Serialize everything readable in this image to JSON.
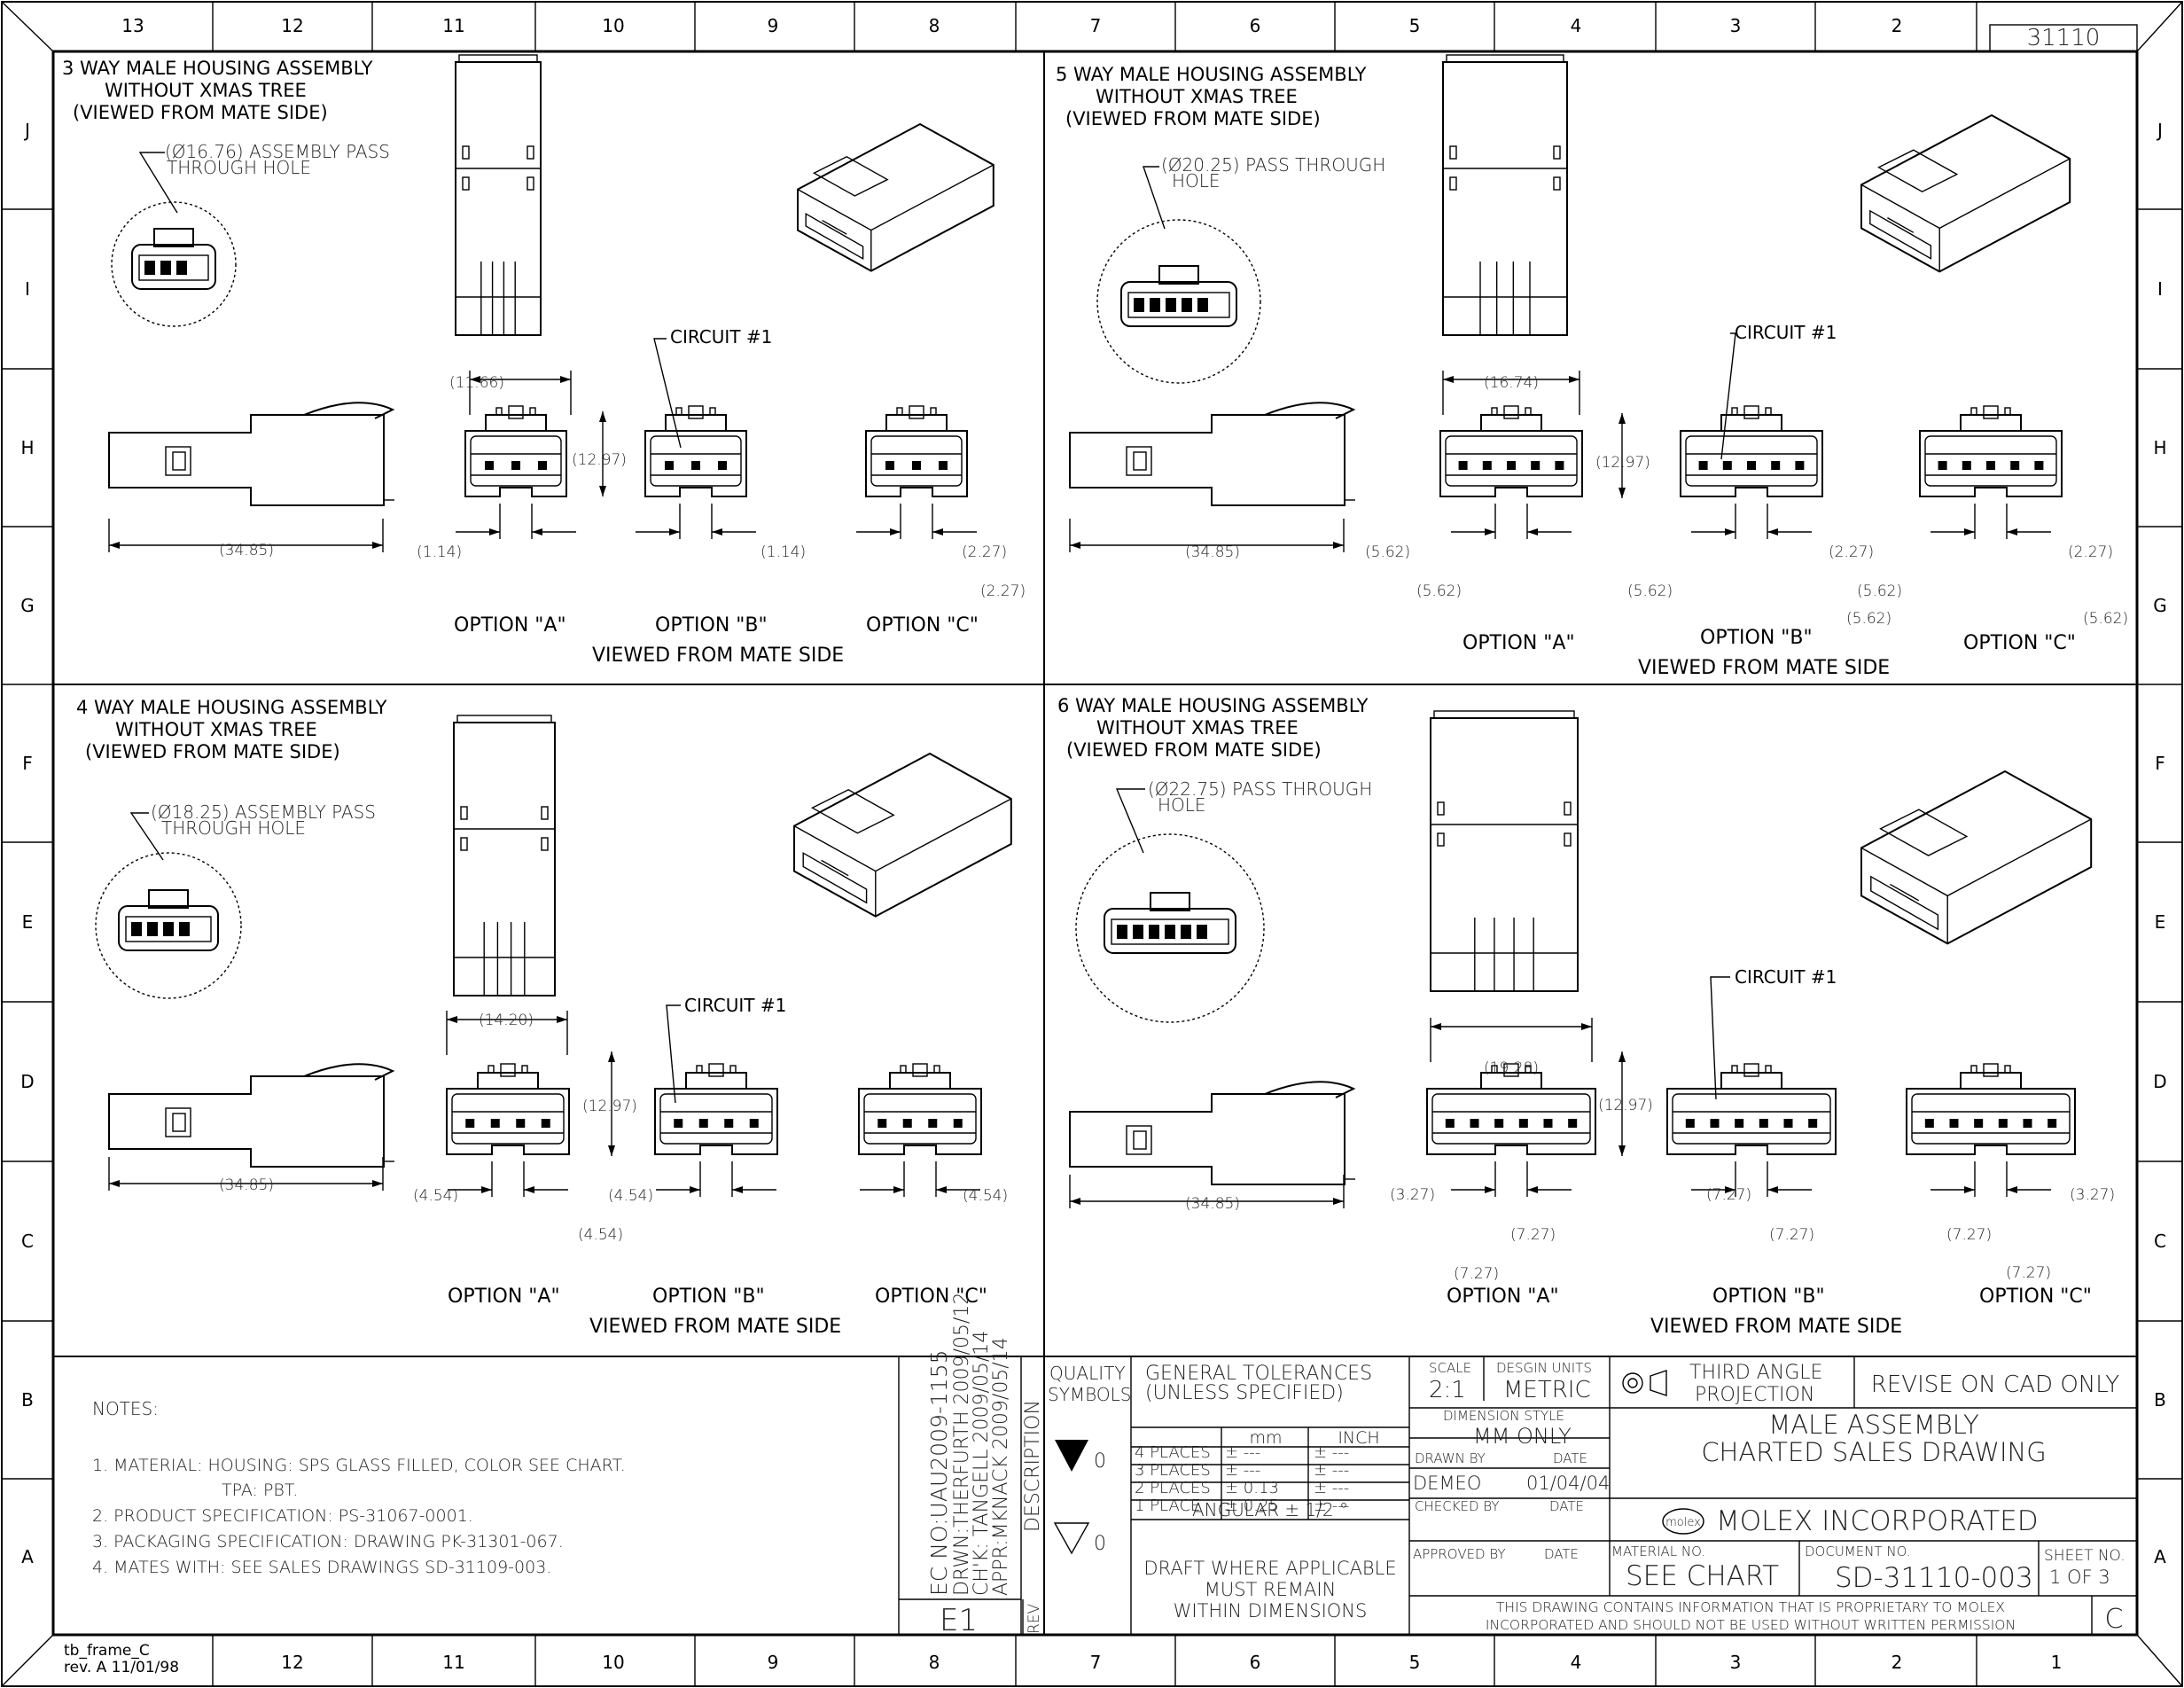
{
  "frame": {
    "columns": [
      "13",
      "12",
      "11",
      "10",
      "9",
      "8",
      "7",
      "6",
      "5",
      "4",
      "3",
      "2"
    ],
    "bottom_columns": [
      "12",
      "11",
      "10",
      "9",
      "8",
      "7",
      "6",
      "5",
      "4",
      "3",
      "2",
      "1"
    ],
    "rows": [
      "J",
      "I",
      "H",
      "G",
      "F",
      "E",
      "D",
      "C",
      "B",
      "A"
    ],
    "frame_label": "tb_frame_C",
    "frame_rev": "rev. A   11/01/98",
    "drawing_number_box": "31110"
  },
  "panels": [
    {
      "title": [
        "3 WAY MALE HOUSING ASSEMBLY",
        "WITHOUT XMAS TREE",
        "(VIEWED FROM MATE SIDE)"
      ],
      "hole_note": [
        "(Ø16.76) ASSEMBLY PASS",
        "THROUGH HOLE"
      ],
      "width_dim": "(11.66)",
      "height_dim": "(12.97)",
      "length_dim": "(34.85)",
      "circuit_label": "CIRCUIT #1",
      "dims": [
        "(1.14)",
        "(1.14)",
        "(2.27)",
        "(2.27)"
      ],
      "options": [
        "OPTION \"A\"",
        "OPTION \"B\"",
        "OPTION \"C\""
      ],
      "viewed": "VIEWED FROM MATE SIDE",
      "ways": 3
    },
    {
      "title": [
        "5 WAY MALE HOUSING ASSEMBLY",
        "WITHOUT XMAS TREE",
        "(VIEWED FROM MATE SIDE)"
      ],
      "hole_note": [
        "(Ø20.25) PASS THROUGH",
        "HOLE"
      ],
      "width_dim": "(16.74)",
      "height_dim": "(12.97)",
      "length_dim": "(34.85)",
      "circuit_label": "CIRCUIT #1",
      "dims": [
        "(5.62)",
        "(5.62)",
        "(5.62)",
        "(2.27)",
        "(5.62)",
        "(5.62)",
        "(2.27)",
        "(5.62)"
      ],
      "options": [
        "OPTION \"A\"",
        "OPTION \"B\"",
        "OPTION \"C\""
      ],
      "viewed": "VIEWED FROM MATE SIDE",
      "ways": 5
    },
    {
      "title": [
        "4 WAY MALE HOUSING ASSEMBLY",
        "WITHOUT XMAS TREE",
        "(VIEWED FROM MATE SIDE)"
      ],
      "hole_note": [
        "(Ø18.25) ASSEMBLY PASS",
        "THROUGH HOLE"
      ],
      "width_dim": "(14.20)",
      "height_dim": "(12.97)",
      "length_dim": "(34.85)",
      "circuit_label": "CIRCUIT #1",
      "dims": [
        "(4.54)",
        "(4.54)",
        "(4.54)",
        "(4.54)"
      ],
      "options": [
        "OPTION \"A\"",
        "OPTION \"B\"",
        "OPTION \"C\""
      ],
      "viewed": "VIEWED FROM MATE SIDE",
      "ways": 4
    },
    {
      "title": [
        "6 WAY MALE HOUSING ASSEMBLY",
        "WITHOUT XMAS TREE",
        "(VIEWED FROM MATE SIDE)"
      ],
      "hole_note": [
        "(Ø22.75) PASS THROUGH",
        "HOLE"
      ],
      "width_dim": "(19.28)",
      "height_dim": "(12.97)",
      "length_dim": "(34.85)",
      "circuit_label": "CIRCUIT #1",
      "dims": [
        "(3.27)",
        "(7.27)",
        "(7.27)",
        "(7.27)",
        "(7.27)",
        "(7.27)",
        "(3.27)",
        "(7.27)"
      ],
      "options": [
        "OPTION \"A\"",
        "OPTION \"B\"",
        "OPTION \"C\""
      ],
      "viewed": "VIEWED FROM MATE SIDE",
      "ways": 6
    }
  ],
  "notes": {
    "heading": "NOTES:",
    "lines": [
      "1. MATERIAL: HOUSING: SPS GLASS FILLED, COLOR SEE CHART.",
      "TPA: PBT.",
      "2. PRODUCT SPECIFICATION: PS-31067-0001.",
      "3. PACKAGING SPECIFICATION: DRAWING PK-31301-067.",
      "4. MATES WITH: SEE SALES DRAWINGS SD-31109-003."
    ]
  },
  "revision": {
    "ec_no": "EC NO:UAU2009-1155",
    "drwn": "DRWN:THERFURTH 2009/05/12",
    "chk": "CH'K: TANGELL 2009/05/14",
    "appr": "APPR:MKNACK 2009/05/14",
    "description_label": "DESCRIPTION",
    "rev_label": "REV",
    "rev_value": "E1"
  },
  "title_block": {
    "quality_symbols": [
      "QUALITY",
      "SYMBOLS"
    ],
    "q_value_1": "0",
    "q_value_2": "0",
    "gen_tol": [
      "GENERAL TOLERANCES",
      "(UNLESS SPECIFIED)"
    ],
    "col_mm": "mm",
    "col_inch": "INCH",
    "tol_rows": [
      {
        "label": "4 PLACES",
        "mm": "± ---",
        "inch": "± ---"
      },
      {
        "label": "3 PLACES",
        "mm": "± ---",
        "inch": "± ---"
      },
      {
        "label": "2 PLACES",
        "mm": "± 0.13",
        "inch": "± ---"
      },
      {
        "label": "1 PLACE",
        "mm": "± 0.25",
        "inch": "± ---"
      }
    ],
    "angular": "ANGULAR ± 1/2 °",
    "draft": [
      "DRAFT WHERE APPLICABLE",
      "MUST REMAIN",
      "WITHIN DIMENSIONS"
    ],
    "scale_label": "SCALE",
    "scale_value": "2:1",
    "design_units_label": "DESGIN UNITS",
    "design_units_value": "METRIC",
    "dim_style_label": "DIMENSION STYLE",
    "dim_style_value": "MM ONLY",
    "drawn_by_label": "DRAWN BY",
    "date_label": "DATE",
    "drawn_by": "DEMEO",
    "drawn_date": "01/04/04",
    "checked_by_label": "CHECKED BY",
    "approved_by_label": "APPROVED BY",
    "projection": [
      "THIRD ANGLE",
      "PROJECTION"
    ],
    "revise_note": "REVISE ON CAD ONLY",
    "title": [
      "MALE ASSEMBLY",
      "CHARTED SALES DRAWING"
    ],
    "company": "MOLEX INCORPORATED",
    "molex_logo": "molex",
    "material_no_label": "MATERIAL NO.",
    "material_no": "SEE CHART",
    "document_no_label": "DOCUMENT NO.",
    "document_no": "SD-31110-003",
    "sheet_no_label": "SHEET NO.",
    "sheet": "1  OF  3",
    "proprietary": [
      "THIS DRAWING CONTAINS INFORMATION THAT IS PROPRIETARY TO MOLEX",
      "INCORPORATED AND SHOULD NOT BE USED WITHOUT WRITTEN PERMISSION"
    ],
    "size": "C"
  }
}
